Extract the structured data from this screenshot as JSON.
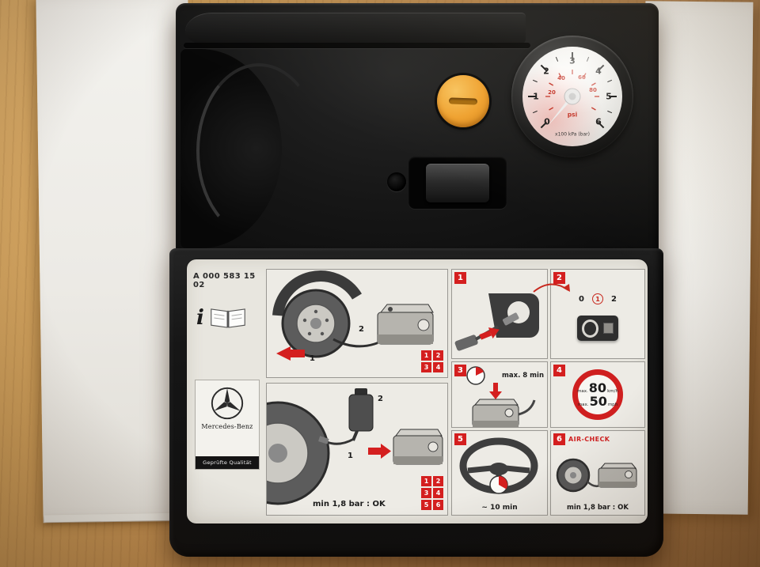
{
  "colors": {
    "accent_red": "#d41f1f",
    "cap_orange": "#efa02d",
    "wood": "#b9854a",
    "device_black": "#161616",
    "label_bg": "#e8e6df"
  },
  "device": {
    "gauge": {
      "bar_ticks": [
        "0",
        "1",
        "2",
        "3",
        "4",
        "5",
        "6"
      ],
      "psi_ticks": [
        "20",
        "40",
        "60",
        "80"
      ],
      "psi_label": "psi",
      "unit_label": "x100 kPa (bar)"
    },
    "label": {
      "part_number": "A 000 583 15 02",
      "info_symbol": "i",
      "brand": "Mercedes-Benz",
      "quality_text": "Geprüfte Qualität",
      "panel_tire": {
        "marker_1": "1",
        "marker_2": "2",
        "refs": [
          "1",
          "2",
          "3",
          "4"
        ]
      },
      "panel_bottle": {
        "marker_1": "1",
        "marker_2": "2",
        "caption_prefix": "min 1,8 bar :",
        "caption_ok": "OK",
        "refs": [
          "1",
          "2",
          "3",
          "4",
          "5",
          "6"
        ]
      },
      "steps": {
        "s1": {
          "num": "1"
        },
        "s2": {
          "num": "2",
          "positions": [
            "0",
            "1",
            "2"
          ]
        },
        "s3": {
          "num": "3",
          "caption": "max. 8 min"
        },
        "s4": {
          "num": "4",
          "line1_prefix": "max.",
          "line1_value": "80",
          "line1_unit": "km/h",
          "line2_prefix": "max.",
          "line2_value": "50",
          "line2_unit": "mph"
        },
        "s5": {
          "num": "5",
          "caption": "~ 10 min"
        },
        "s6": {
          "num": "6",
          "title": "AIR-CHECK",
          "caption_prefix": "min 1,8 bar :",
          "caption_ok": "OK"
        }
      }
    }
  }
}
